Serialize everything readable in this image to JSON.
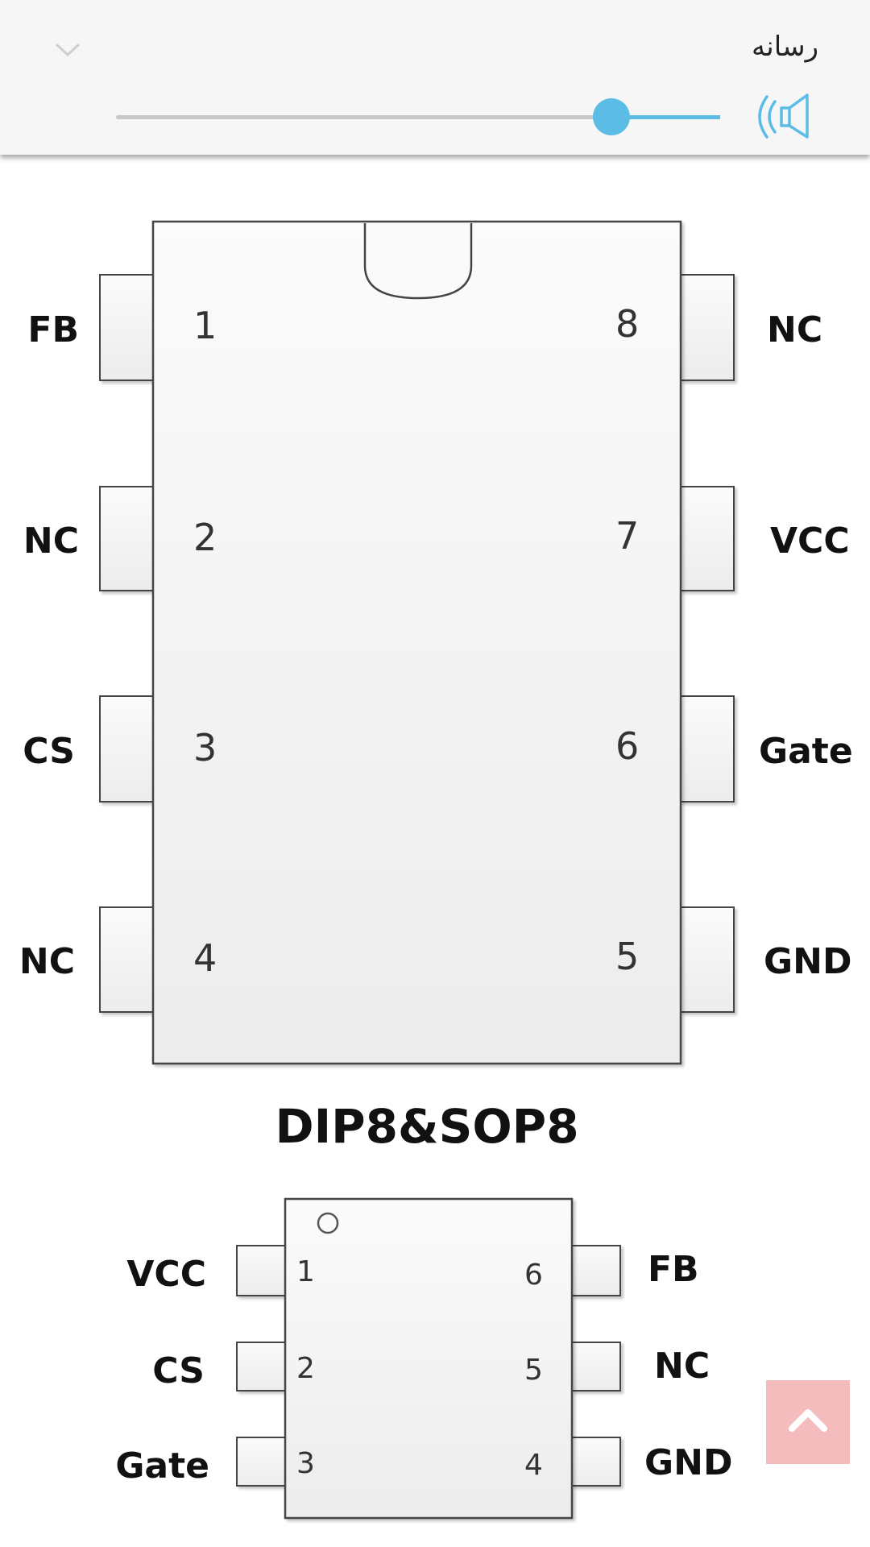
{
  "panel": {
    "title": "رسانه",
    "volume_percent": 82,
    "accent_color": "#5bbde6",
    "icons": [
      "chevron-down-icon",
      "speaker-icon",
      "chevron-up-icon"
    ]
  },
  "chip_large": {
    "label": "DIP8&SOP8",
    "left_pins": [
      {
        "num": "1",
        "name": "FB"
      },
      {
        "num": "2",
        "name": "NC"
      },
      {
        "num": "3",
        "name": "CS"
      },
      {
        "num": "4",
        "name": "NC"
      }
    ],
    "right_pins": [
      {
        "num": "8",
        "name": "NC"
      },
      {
        "num": "7",
        "name": "VCC"
      },
      {
        "num": "6",
        "name": "Gate"
      },
      {
        "num": "5",
        "name": "GND"
      }
    ]
  },
  "chip_small": {
    "left_pins": [
      {
        "num": "1",
        "name": "VCC"
      },
      {
        "num": "2",
        "name": "CS"
      },
      {
        "num": "3",
        "name": "Gate"
      }
    ],
    "right_pins": [
      {
        "num": "6",
        "name": "FB"
      },
      {
        "num": "5",
        "name": "NC"
      },
      {
        "num": "4",
        "name": "GND"
      }
    ]
  }
}
